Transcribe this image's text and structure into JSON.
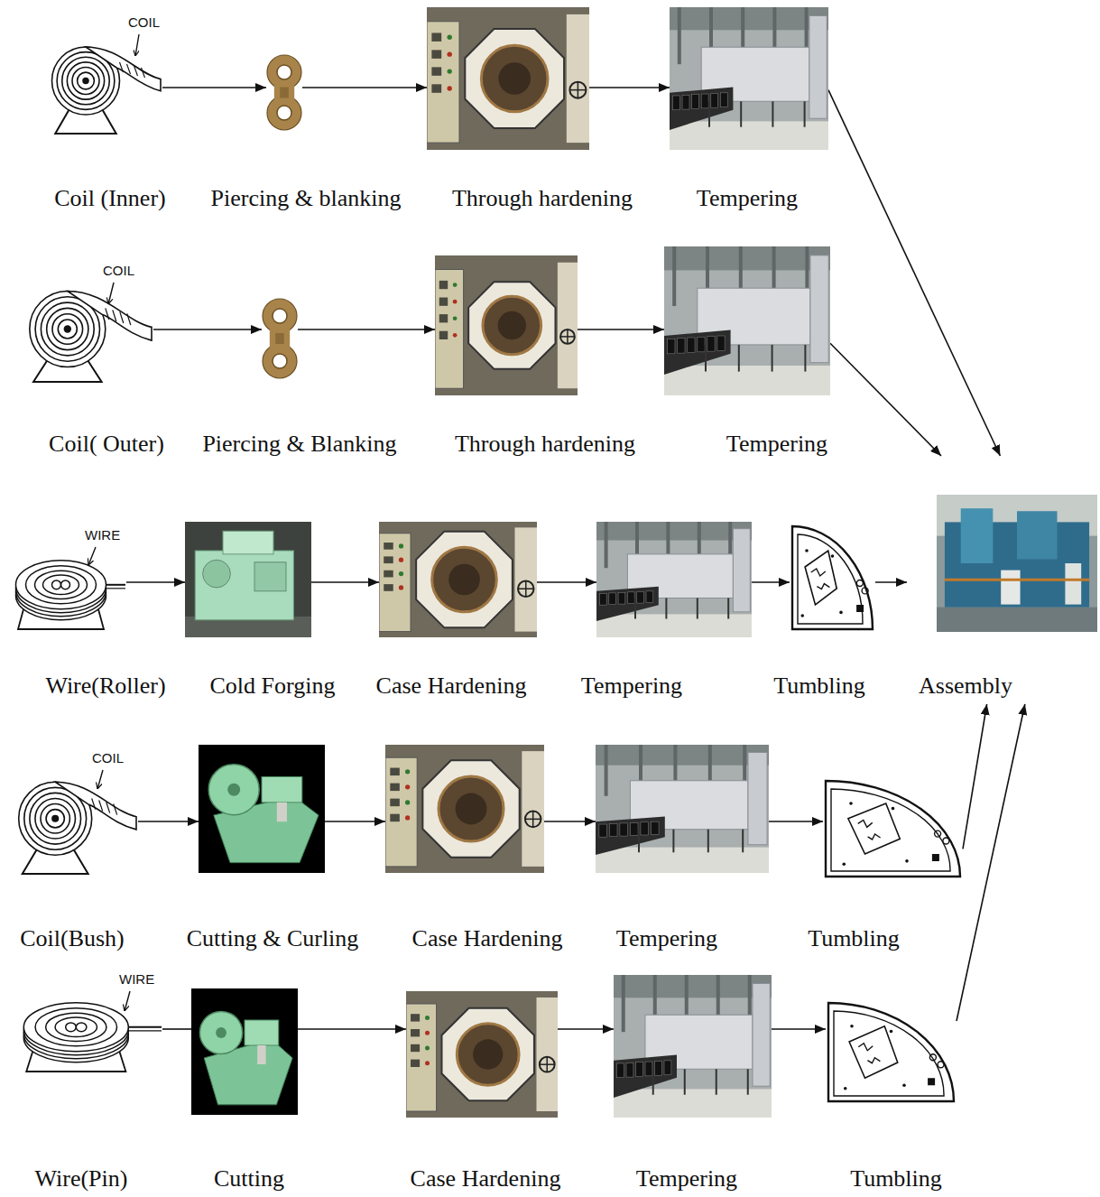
{
  "diagram": {
    "nodes": [
      {
        "text": [
          "Coil (Inner)"
        ]
      },
      {
        "text": [
          "Piercing & blanking"
        ]
      },
      {
        "text": [
          "Through hardening"
        ]
      },
      {
        "text": [
          "Tempering"
        ]
      },
      {
        "text": [
          "Coil( Outer)"
        ]
      },
      {
        "text": [
          "Piercing & Blanking"
        ]
      },
      {
        "text": [
          "Through hardening"
        ]
      },
      {
        "text": [
          "Tempering"
        ]
      },
      {
        "text": [
          "Wire(Roller)"
        ]
      },
      {
        "text": [
          "Cold Forging"
        ]
      },
      {
        "text": [
          "Case Hardening"
        ]
      },
      {
        "text": [
          "Tempering"
        ]
      },
      {
        "text": [
          "Tumbling"
        ]
      },
      {
        "text": [
          "Assembly"
        ]
      },
      {
        "text": [
          "Coil(Bush)"
        ]
      },
      {
        "text": [
          "Cutting & Curling"
        ]
      },
      {
        "text": [
          "Case Hardening"
        ]
      },
      {
        "text": [
          "Tempering"
        ]
      },
      {
        "text": [
          "Tumbling"
        ]
      },
      {
        "text": [
          "Wire(Pin)"
        ]
      },
      {
        "text": [
          "Cutting"
        ]
      },
      {
        "text": [
          "Case Hardening"
        ]
      },
      {
        "text": [
          "Tempering"
        ]
      },
      {
        "text": [
          "Tumbling"
        ]
      }
    ],
    "edges": [
      {
        "from": 0,
        "to": 1,
        "arrow": "to"
      },
      {
        "from": 1,
        "to": 2,
        "arrow": "to"
      },
      {
        "from": 2,
        "to": 3,
        "arrow": "to"
      },
      {
        "from": 3,
        "to": 13,
        "arrow": "to"
      },
      {
        "from": 4,
        "to": 5,
        "arrow": "to"
      },
      {
        "from": 5,
        "to": 6,
        "arrow": "to"
      },
      {
        "from": 6,
        "to": 7,
        "arrow": "to"
      },
      {
        "from": 7,
        "to": 13,
        "arrow": "to"
      },
      {
        "from": 8,
        "to": 9,
        "arrow": "to"
      },
      {
        "from": 9,
        "to": 10,
        "arrow": "to"
      },
      {
        "from": 10,
        "to": 11,
        "arrow": "to"
      },
      {
        "from": 11,
        "to": 12,
        "arrow": "to"
      },
      {
        "from": 12,
        "to": 13,
        "arrow": "to"
      },
      {
        "from": 14,
        "to": 15,
        "arrow": "to"
      },
      {
        "from": 15,
        "to": 16,
        "arrow": "to"
      },
      {
        "from": 16,
        "to": 17,
        "arrow": "to"
      },
      {
        "from": 17,
        "to": 18,
        "arrow": "to"
      },
      {
        "from": 18,
        "to": 13,
        "arrow": "to"
      },
      {
        "from": 19,
        "to": 20,
        "arrow": "none"
      },
      {
        "from": 20,
        "to": 21,
        "arrow": "to"
      },
      {
        "from": 21,
        "to": 22,
        "arrow": "to"
      },
      {
        "from": 22,
        "to": 23,
        "arrow": "to"
      },
      {
        "from": 23,
        "to": 13,
        "arrow": "to"
      }
    ],
    "labels": [
      "COIL",
      "COIL",
      "WIRE",
      "COIL",
      "WIRE"
    ]
  }
}
